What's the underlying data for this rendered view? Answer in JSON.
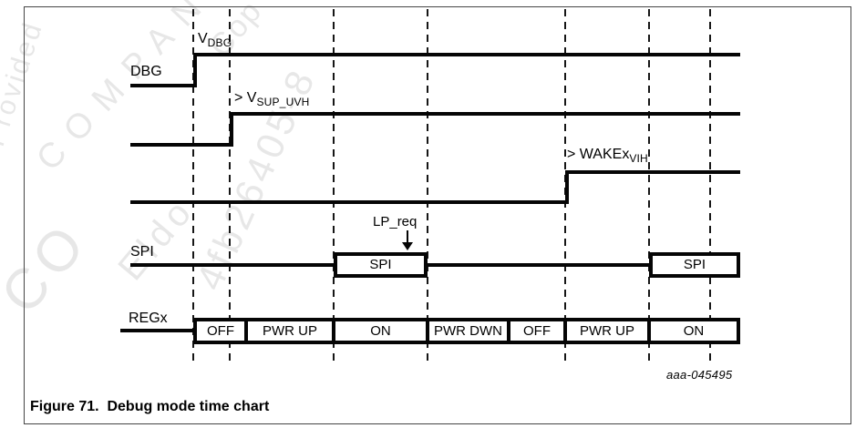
{
  "caption": "Figure 71.  Debug mode time chart",
  "figure_id": "aaa-045495",
  "colors": {
    "ink": "#050505",
    "frame_border": "#454545",
    "watermark": "#e7e7e7"
  },
  "watermark": {
    "fragments": [
      "Provided",
      "COMPANY",
      "Cop",
      "Eldo",
      "4fb26405-8",
      "CO"
    ]
  },
  "timing_chart": {
    "type": "timing-diagram",
    "time_markers_x": [
      212,
      252,
      366,
      469,
      620,
      712,
      779
    ],
    "signals": {
      "dbg": {
        "name": "DBG",
        "threshold_main": "V",
        "threshold_sub": "DBG",
        "rise_at_marker": 1
      },
      "vsup": {
        "threshold_prefix": "> V",
        "threshold_sub": "SUP_UVH",
        "rise_at_marker": 2
      },
      "wake": {
        "threshold_prefix": "> WAKEx",
        "threshold_sub": "VIH",
        "rise_at_marker": 5
      },
      "spi": {
        "name": "SPI",
        "frames": [
          "SPI",
          "SPI"
        ],
        "annotation": "LP_req"
      },
      "regx": {
        "name": "REGx",
        "states": [
          "OFF",
          "PWR UP",
          "ON",
          "PWR DWN",
          "OFF",
          "PWR UP",
          "ON"
        ]
      }
    }
  }
}
